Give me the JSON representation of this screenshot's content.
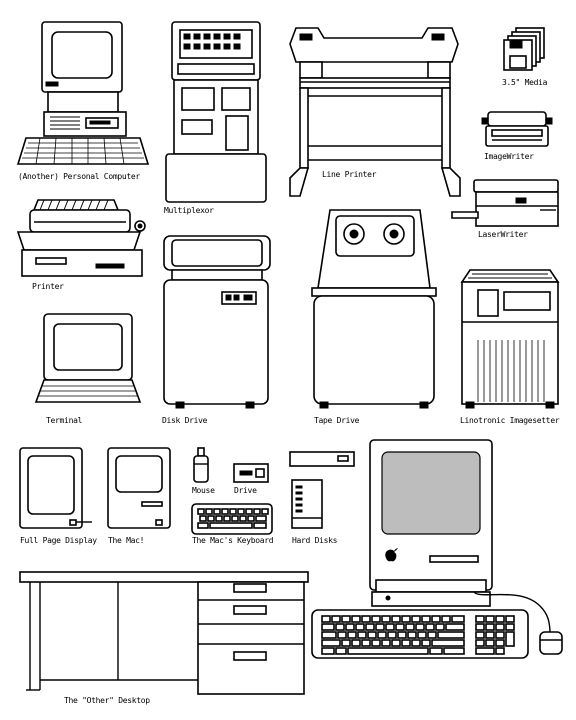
{
  "title": "",
  "labels": {
    "personal_computer": "(Another) Personal Computer",
    "multiplexor": "Multiplexor",
    "line_printer": "Line Printer",
    "media": "3.5\" Media",
    "imagewriter": "ImageWriter",
    "laserwriter": "LaserWriter",
    "printer": "Printer",
    "terminal": "Terminal",
    "disk_drive": "Disk Drive",
    "tape_drive": "Tape Drive",
    "linotronic": "Linotronic Imagesetter",
    "full_page_display": "Full Page Display",
    "the_mac": "The Mac!",
    "mouse": "Mouse",
    "drive": "Drive",
    "keyboard": "The Mac's Keyboard",
    "hard_disks": "Hard Disks",
    "desktop": "The \"Other\" Desktop"
  },
  "icons": [
    "personal-computer-icon",
    "multiplexor-icon",
    "line-printer-icon",
    "media-icon",
    "imagewriter-icon",
    "laserwriter-icon",
    "printer-icon",
    "terminal-icon",
    "disk-drive-icon",
    "tape-drive-icon",
    "linotronic-icon",
    "full-page-display-icon",
    "mac-icon",
    "mouse-icon",
    "drive-icon",
    "keyboard-icon",
    "hard-disks-icon",
    "desk-icon",
    "mac-with-keyboard-icon"
  ]
}
